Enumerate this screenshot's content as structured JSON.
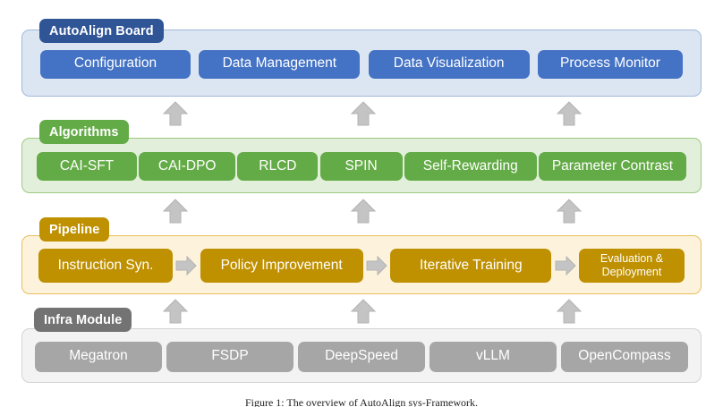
{
  "figure": {
    "caption": "Figure 1: The overview of AutoAlign sys-Framework."
  },
  "layers": [
    {
      "id": "board",
      "tab_label": "AutoAlign Board",
      "tab_color": "#2F5597",
      "panel_fill": "#DCE6F2",
      "panel_border": "#9FB8D9",
      "pill_color": "#4472C4",
      "items": [
        {
          "label": "Configuration"
        },
        {
          "label": "Data Management"
        },
        {
          "label": "Data Visualization"
        },
        {
          "label": "Process Monitor"
        }
      ]
    },
    {
      "id": "algorithms",
      "tab_label": "Algorithms",
      "tab_color": "#63AB46",
      "panel_fill": "#E2EFDB",
      "panel_border": "#9CCA82",
      "pill_color": "#63AB46",
      "items": [
        {
          "label": "CAI-SFT"
        },
        {
          "label": "CAI-DPO"
        },
        {
          "label": "RLCD"
        },
        {
          "label": "SPIN"
        },
        {
          "label": "Self-Rewarding"
        },
        {
          "label": "Parameter Contrast"
        }
      ]
    },
    {
      "id": "pipeline",
      "tab_label": "Pipeline",
      "tab_color": "#BF9000",
      "panel_fill": "#FDF3DC",
      "panel_border": "#E8BF5A",
      "pill_color": "#BF9000",
      "items": [
        {
          "label": "Instruction Syn."
        },
        {
          "label": "Policy Improvement"
        },
        {
          "label": "Iterative Training"
        },
        {
          "label": "Evaluation & Deployment"
        }
      ],
      "stage_arrow_icon": "chevron-right-arrow"
    },
    {
      "id": "infra",
      "tab_label": "Infra Module",
      "tab_color": "#737373",
      "panel_fill": "#F3F3F3",
      "panel_border": "#D3D3D3",
      "pill_color": "#A6A6A6",
      "items": [
        {
          "label": "Megatron"
        },
        {
          "label": "FSDP"
        },
        {
          "label": "DeepSpeed"
        },
        {
          "label": "vLLM"
        },
        {
          "label": "OpenCompass"
        }
      ]
    }
  ],
  "connectors": {
    "icon": "up-arrow",
    "color": "#BFBFBF",
    "count_per_gap": 3,
    "gaps": [
      "infra-to-pipeline",
      "pipeline-to-algorithms",
      "algorithms-to-board"
    ]
  }
}
